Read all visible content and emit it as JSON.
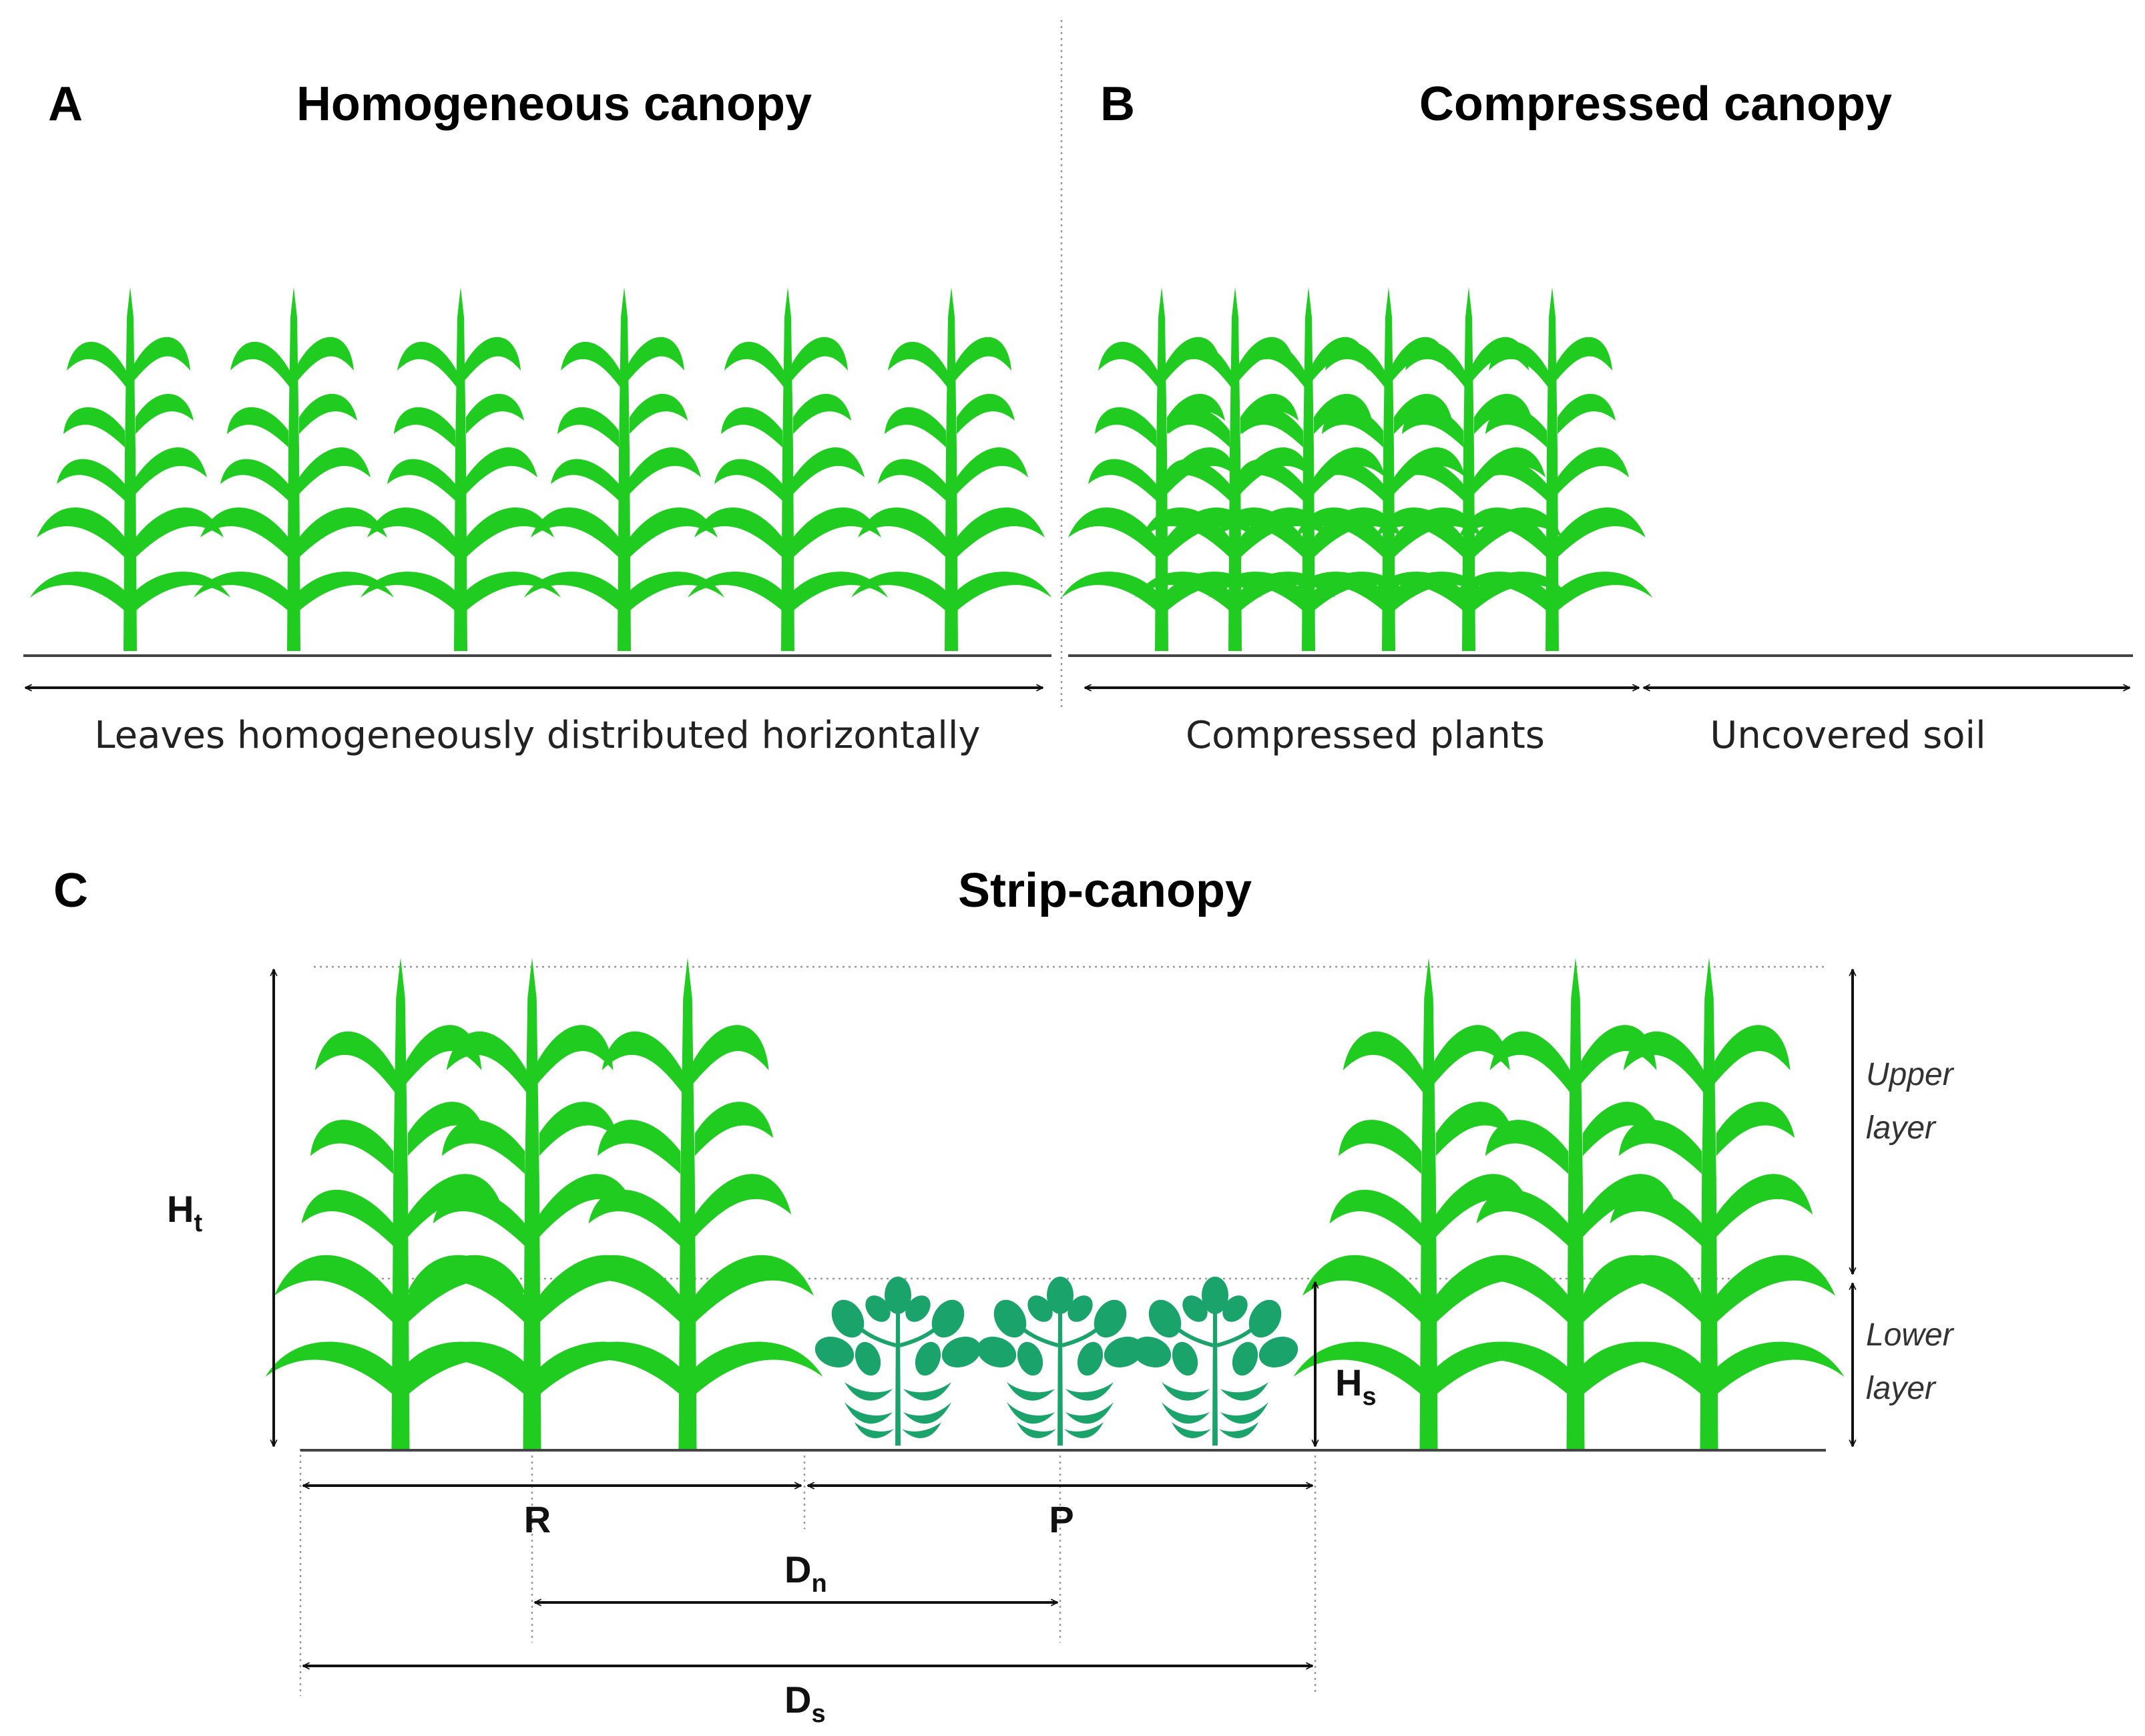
{
  "colors": {
    "maize": "#1fcc1f",
    "soybean": "#1aa36b",
    "line": "#111111"
  },
  "panel_a": {
    "letter": "A",
    "title": "Homogeneous canopy",
    "caption": "Leaves homogeneously distributed horizontally"
  },
  "panel_b": {
    "letter": "B",
    "title": "Compressed canopy",
    "caption_left": "Compressed plants",
    "caption_right": "Uncovered soil"
  },
  "panel_c": {
    "letter": "C",
    "title": "Strip-canopy",
    "labels": {
      "ht": {
        "main": "H",
        "sub": "t"
      },
      "hs": {
        "main": "H",
        "sub": "s"
      },
      "r": "R",
      "p": "P",
      "dn": {
        "main": "D",
        "sub": "n"
      },
      "ds": {
        "main": "D",
        "sub": "s"
      }
    },
    "upper_layer": [
      "Upper",
      "layer"
    ],
    "lower_layer": [
      "Lower",
      "layer"
    ]
  }
}
